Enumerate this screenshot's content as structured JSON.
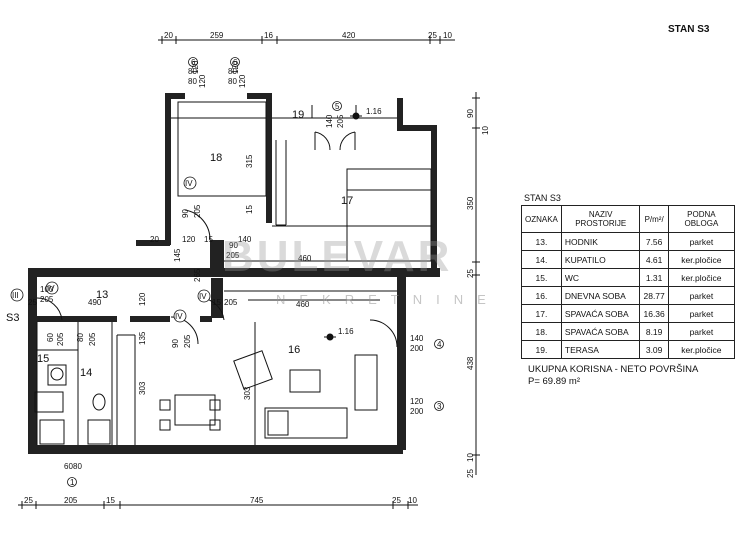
{
  "plan": {
    "title": "STAN S3",
    "watermark": "BULEVAR",
    "watermark_sub": "NEKRETNINE",
    "top_dims": [
      "20",
      "259",
      "16",
      "420",
      "25",
      "10"
    ],
    "bottom_dims": [
      "25",
      "205",
      "15",
      "745",
      "25",
      "10"
    ],
    "right_dims": [
      "90",
      "10",
      "350",
      "25",
      "438",
      "10",
      "25"
    ],
    "room_numbers": [
      "13",
      "14",
      "15",
      "16",
      "17",
      "18",
      "19"
    ],
    "inner_dims": [
      "80",
      "120",
      "80",
      "120",
      "80",
      "120",
      "80",
      "120",
      "315",
      "90",
      "205",
      "15",
      "140",
      "205",
      "1.16",
      "20",
      "120",
      "15",
      "90",
      "205",
      "140",
      "145",
      "265",
      "460",
      "460",
      "490",
      "120",
      "90",
      "205",
      "15",
      "205",
      "60",
      "205",
      "80",
      "205",
      "100",
      "205",
      "25",
      "135",
      "303",
      "303",
      "1.16",
      "140",
      "200",
      "120",
      "200",
      "60",
      "80"
    ],
    "window_tags": [
      "6",
      "6",
      "5",
      "4",
      "3",
      "1"
    ],
    "door_tags": [
      "IV",
      "IV",
      "IV",
      "IV",
      "III"
    ],
    "entrance_tag": "S3"
  },
  "table": {
    "title": "STAN S3",
    "headers": [
      "OZNAKA",
      "NAZIV PROSTORIJE",
      "P/m²/",
      "PODNA OBLOGA"
    ],
    "rows": [
      {
        "id": "13.",
        "name": "HODNIK",
        "area": "7.56",
        "floor": "parket"
      },
      {
        "id": "14.",
        "name": "KUPATILO",
        "area": "4.61",
        "floor": "ker.pločice"
      },
      {
        "id": "15.",
        "name": "WC",
        "area": "1.31",
        "floor": "ker.pločice"
      },
      {
        "id": "16.",
        "name": "DNEVNA SOBA",
        "area": "28.77",
        "floor": "parket"
      },
      {
        "id": "17.",
        "name": "SPAVAĆA SOBA",
        "area": "16.36",
        "floor": "parket"
      },
      {
        "id": "18.",
        "name": "SPAVAĆA SOBA",
        "area": "8.19",
        "floor": "parket"
      },
      {
        "id": "19.",
        "name": "TERASA",
        "area": "3.09",
        "floor": "ker.pločice"
      }
    ]
  },
  "summary": {
    "label": "UKUPNA KORISNA - NETO POVRŠINA",
    "total": "P= 69.89 m²"
  }
}
